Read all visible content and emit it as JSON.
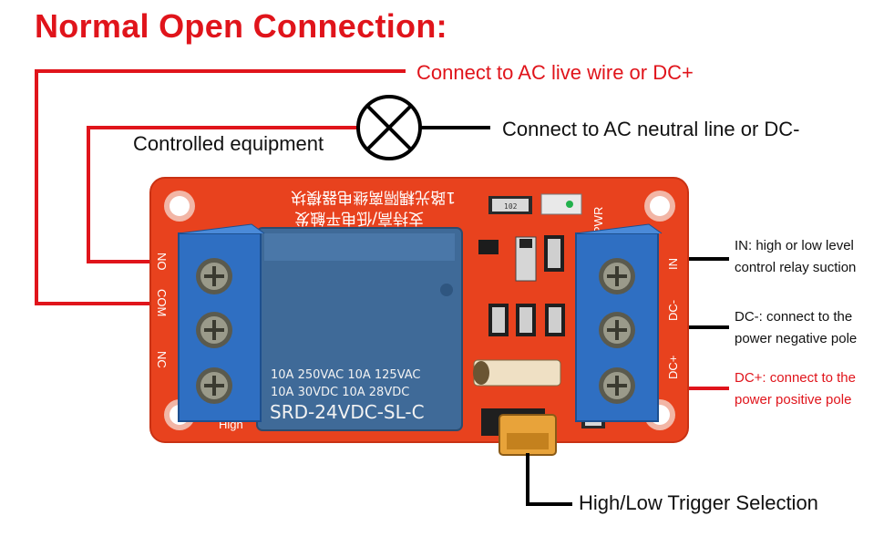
{
  "title": "Normal Open Connection:",
  "labels": {
    "ac_live": "Connect to AC live wire or DC+",
    "ac_neutral": "Connect to AC neutral line or DC-",
    "controlled_equipment": "Controlled equipment",
    "in_line1": "IN: high or low level",
    "in_line2": "control relay suction",
    "dcm_line1": "DC-: connect to the",
    "dcm_line2": "power negative pole",
    "dcp_line1": "DC+: connect to the",
    "dcp_line2": "power positive pole",
    "trigger": "High/Low Trigger Selection"
  },
  "board": {
    "relay_spec_row1": "10A 250VAC  10A 125VAC",
    "relay_spec_row2": "10A  30VDC  10A  28VDC",
    "relay_model": "SRD-24VDC-SL-C",
    "left_pins": [
      "NO",
      "COM",
      "NC"
    ],
    "right_pins": [
      "IN",
      "DC-",
      "DC+"
    ],
    "pwr_label": "PWR",
    "high_label": "High",
    "chinese_text_1": "1路光耦隔离继电器模块",
    "chinese_text_2": "支持高/低电平触发",
    "resistor_code": "102"
  },
  "colors": {
    "accent_red": "#e0141b",
    "board_red": "#e8421e",
    "terminal_blue": "#2f6fc2",
    "relay_blue": "#3f6a98"
  }
}
